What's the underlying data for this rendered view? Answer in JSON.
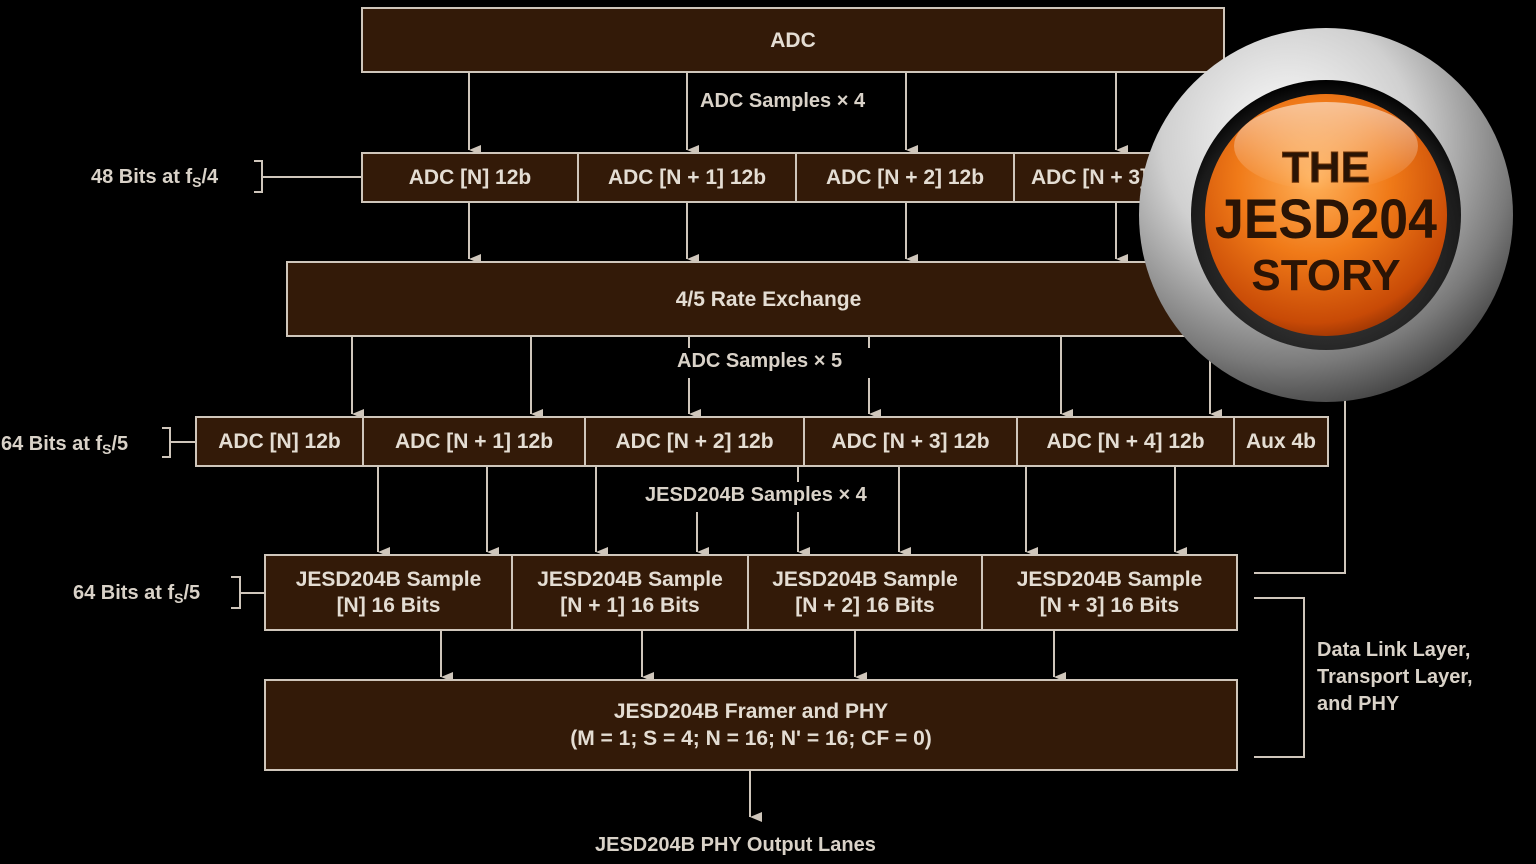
{
  "adc_block": "ADC",
  "adc_samples_x4": "ADC Samples × 4",
  "label_48_main": "48 Bits at f",
  "label_48_sub": "S",
  "label_48_tail": "/4",
  "row1": [
    "ADC [N] 12b",
    "ADC [N + 1] 12b",
    "ADC [N + 2] 12b",
    "ADC [N + 3] 12b"
  ],
  "rate_exchange": "4/5 Rate Exchange",
  "adc_samples_x5": "ADC Samples × 5",
  "label_64a_main": "64 Bits at f",
  "label_64a_sub": "S",
  "label_64a_tail": "/5",
  "row2": [
    "ADC [N] 12b",
    "ADC [N + 1] 12b",
    "ADC [N + 2] 12b",
    "ADC [N + 3] 12b",
    "ADC [N + 4] 12b",
    "Aux 4b"
  ],
  "jesd_samples_x4": "JESD204B Samples × 4",
  "label_64b_main": "64 Bits at f",
  "label_64b_sub": "S",
  "label_64b_tail": "/5",
  "row3": [
    {
      "line1": "JESD204B Sample",
      "line2": "[N] 16 Bits"
    },
    {
      "line1": "JESD204B Sample",
      "line2": "[N + 1] 16 Bits"
    },
    {
      "line1": "JESD204B Sample",
      "line2": "[N + 2] 16 Bits"
    },
    {
      "line1": "JESD204B Sample",
      "line2": "[N + 3] 16 Bits"
    }
  ],
  "framer_line1": "JESD204B Framer and PHY",
  "framer_line2": "(M = 1; S = 4; N = 16; N' = 16; CF = 0)",
  "output_lanes": "JESD204B PHY Output Lanes",
  "data_link_lines": [
    "Data Link Layer,",
    "Transport Layer,",
    "and PHY"
  ],
  "badge": {
    "line1": "THE",
    "line2": "JESD204",
    "line3": "STORY"
  },
  "colors": {
    "box_fill": "#331a08",
    "line": "#cfc6bb",
    "badge_orange": "#e8620f"
  }
}
